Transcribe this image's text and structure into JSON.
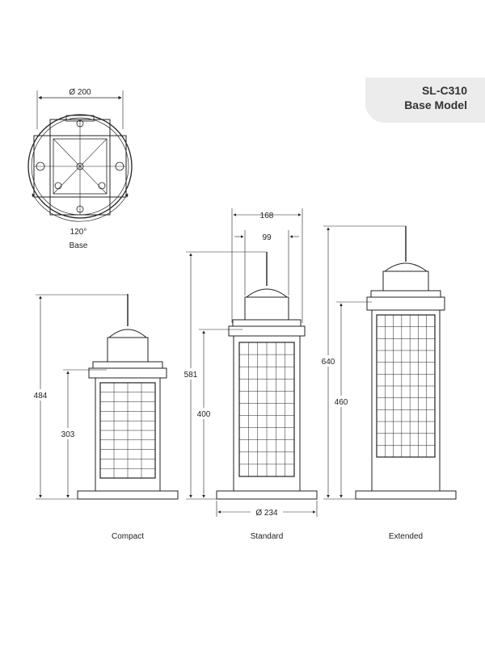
{
  "title": {
    "model": "SL-C310",
    "subtitle": "Base Model"
  },
  "base_view": {
    "diameter": "Ø 200",
    "angle": "120°",
    "caption": "Base"
  },
  "compact": {
    "caption": "Compact",
    "height_total": "484",
    "height_body": "303"
  },
  "standard": {
    "caption": "Standard",
    "height_total": "581",
    "height_body": "400",
    "top_width": "168",
    "dome_width": "99",
    "base_diameter": "Ø 234"
  },
  "extended": {
    "caption": "Extended",
    "height_total": "640",
    "height_body": "460"
  }
}
